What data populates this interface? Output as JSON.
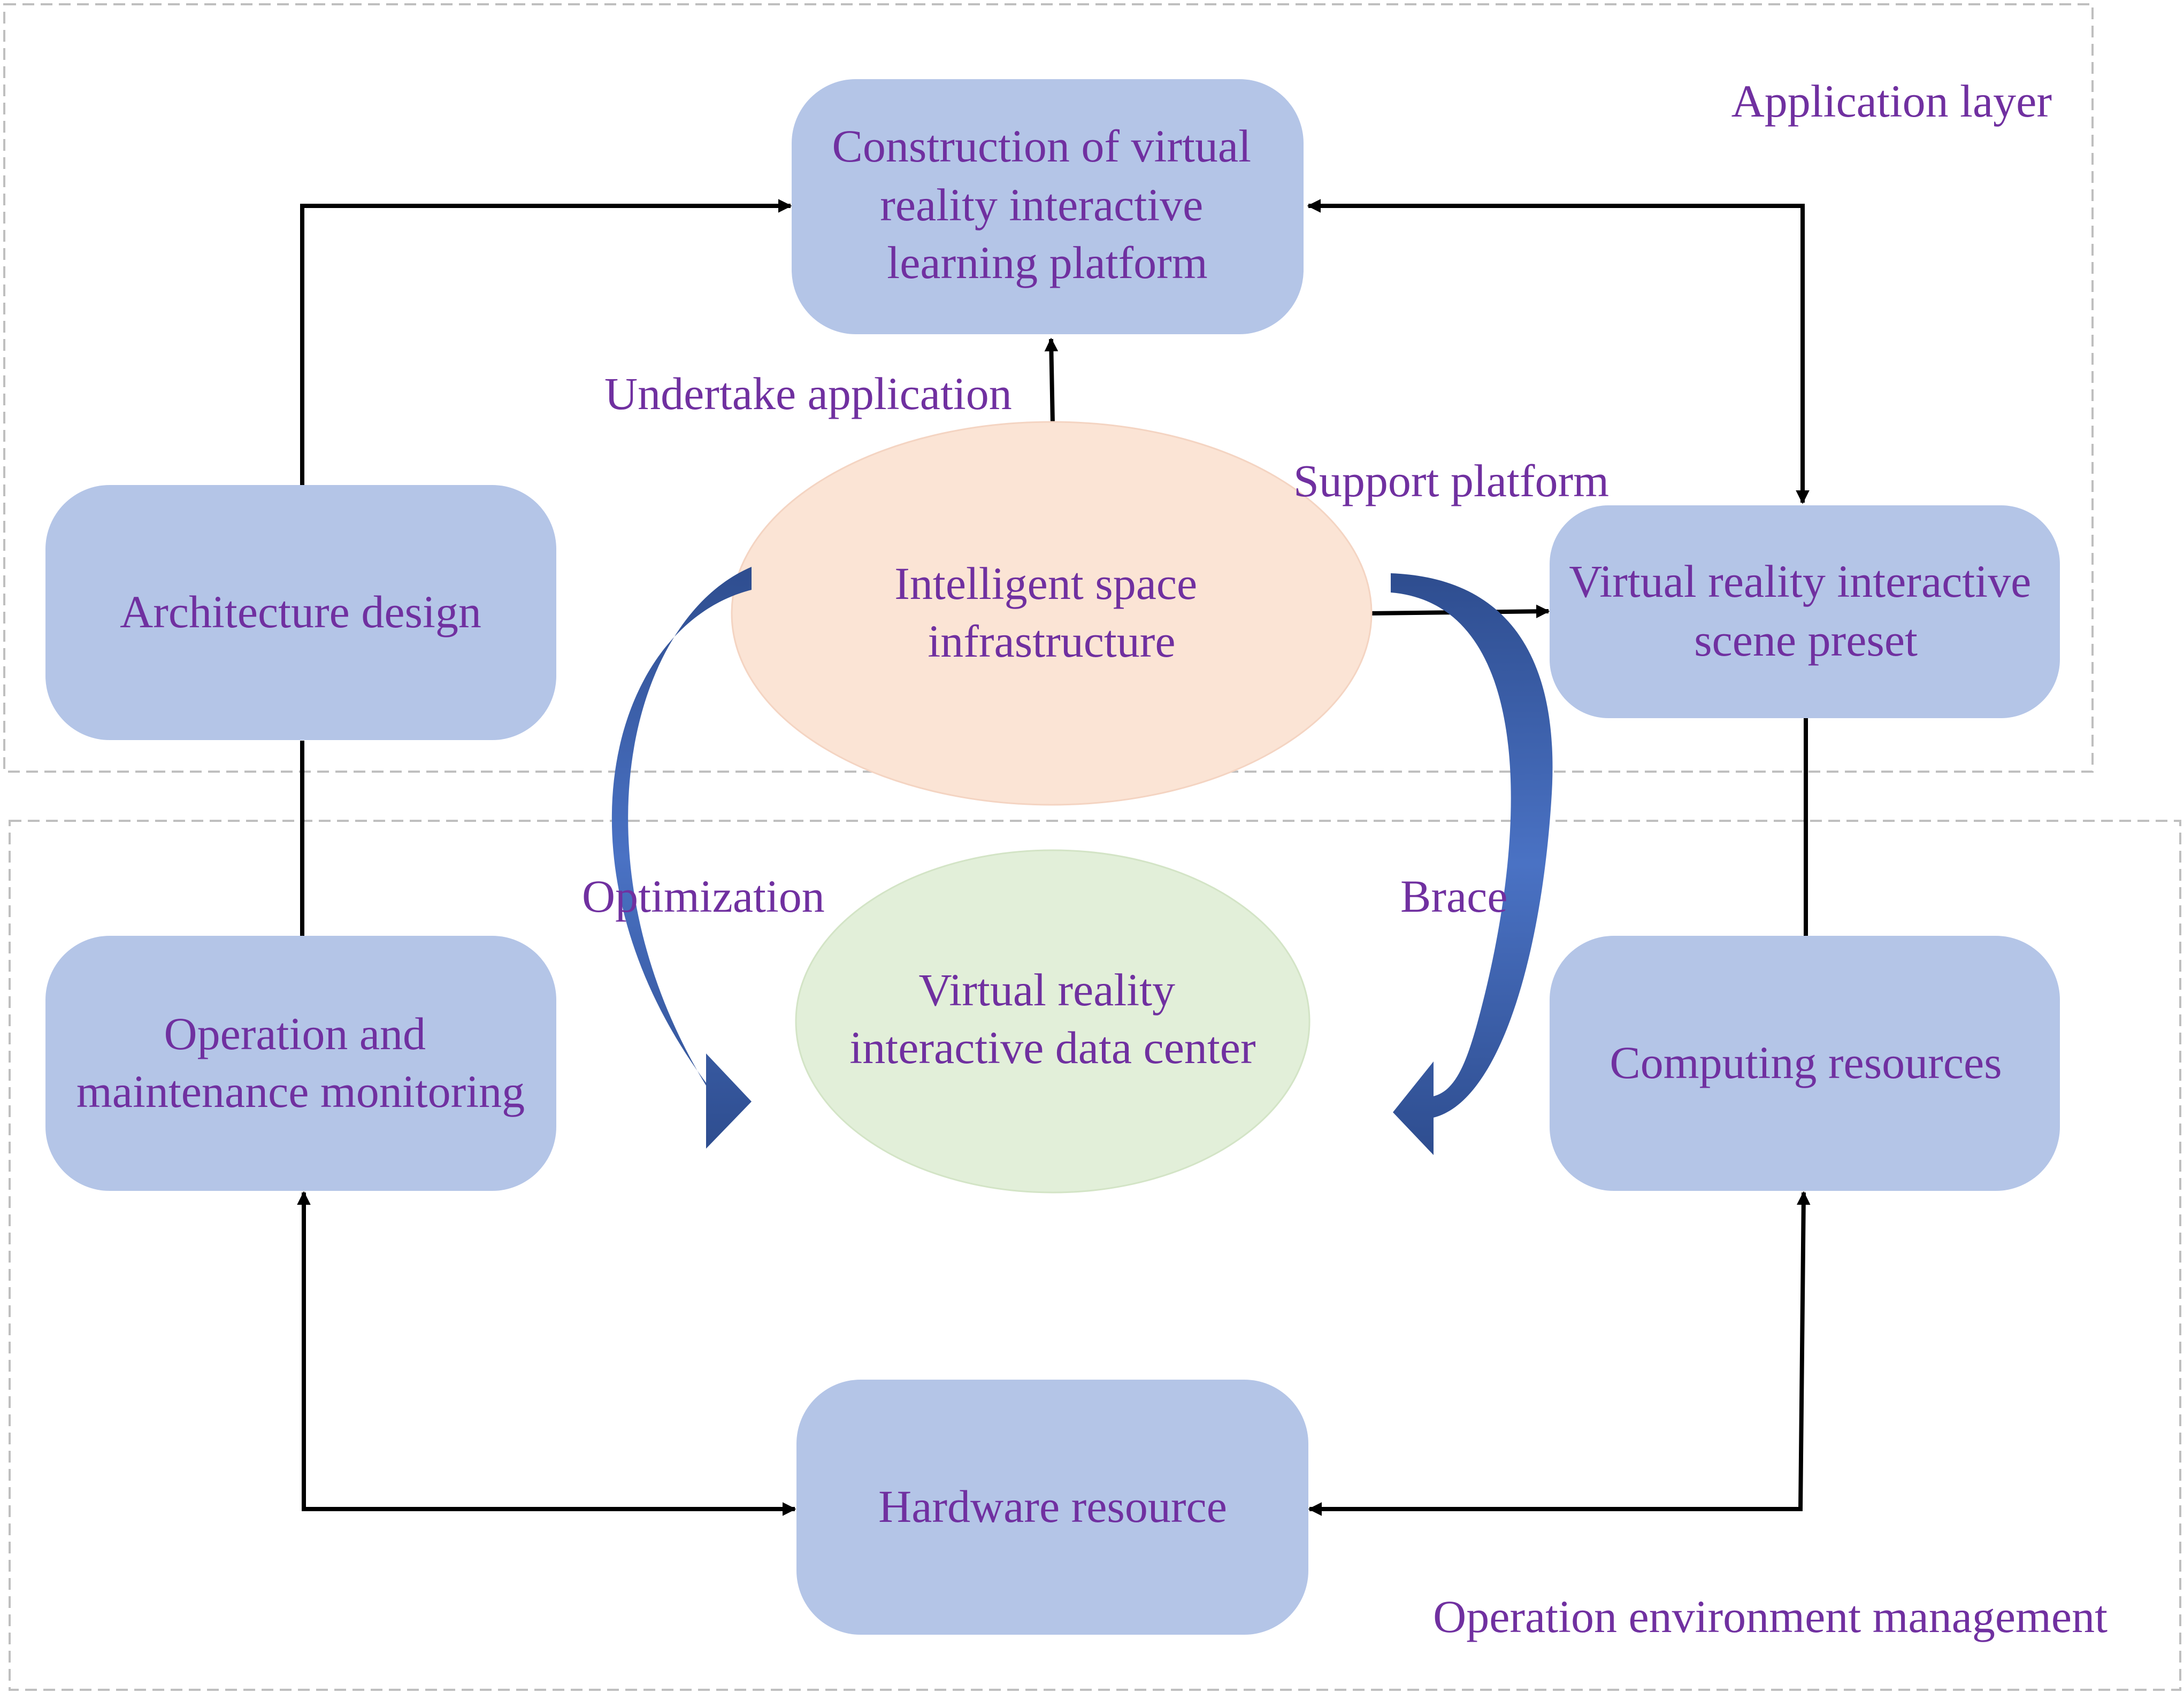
{
  "layers": {
    "application": "Application layer",
    "operation_env": "Operation environment management"
  },
  "nodes": {
    "construction": [
      "Construction of virtual",
      "reality interactive",
      "learning platform"
    ],
    "architecture": [
      "Architecture design"
    ],
    "scene_preset": [
      "Virtual reality interactive",
      "scene preset"
    ],
    "infrastructure": [
      "Intelligent space",
      "infrastructure"
    ],
    "data_center": [
      "Virtual reality",
      "interactive data center"
    ],
    "operation_monitoring": [
      "Operation and",
      "maintenance monitoring"
    ],
    "computing": [
      "Computing resources"
    ],
    "hardware": [
      "Hardware resource"
    ]
  },
  "edge_labels": {
    "undertake": "Undertake application",
    "support": "Support platform",
    "optimization": "Optimization",
    "brace": "Brace"
  },
  "colors": {
    "box_fill": "#b4c5e7",
    "text": "#7030a0",
    "ellipse_infra": "#fbe4d5",
    "ellipse_data": "#e2efd9",
    "curved_arrow": "#3b5ea8",
    "connector": "#000000",
    "layer_border": "#bfbfbf"
  }
}
